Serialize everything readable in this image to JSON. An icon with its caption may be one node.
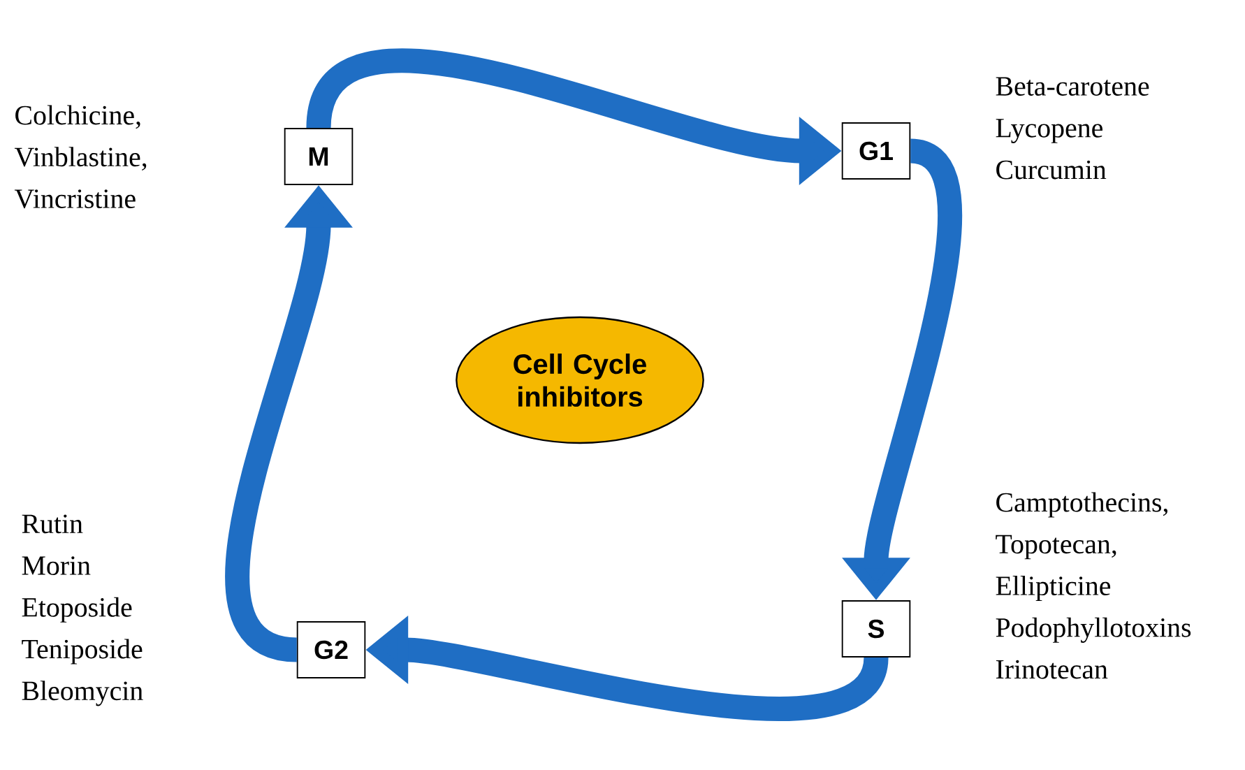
{
  "diagram": {
    "nodes": [
      {
        "text": [
          "M"
        ],
        "beside": [
          "Colchicine,",
          "Vinblastine,",
          "Vincristine"
        ]
      },
      {
        "text": [
          "G1"
        ],
        "beside": [
          "Beta-carotene",
          "Lycopene",
          "Curcumin"
        ]
      },
      {
        "text": [
          "S"
        ],
        "beside": [
          "Camptothecins,",
          "Topotecan,",
          "Ellipticine",
          "Podophyllotoxins",
          "Irinotecan"
        ]
      },
      {
        "text": [
          "G2"
        ],
        "beside": [
          "Rutin",
          "Morin",
          "Etoposide",
          "Teniposide",
          "Bleomycin"
        ]
      },
      {
        "text": [
          "Cell Cycle inhibitors"
        ]
      }
    ],
    "edges": [
      {
        "from": 0,
        "to": 1,
        "arrow": "to"
      },
      {
        "from": 1,
        "to": 2,
        "arrow": "to"
      },
      {
        "from": 2,
        "to": 3,
        "arrow": "to"
      },
      {
        "from": 3,
        "to": 0,
        "arrow": "to"
      }
    ]
  }
}
